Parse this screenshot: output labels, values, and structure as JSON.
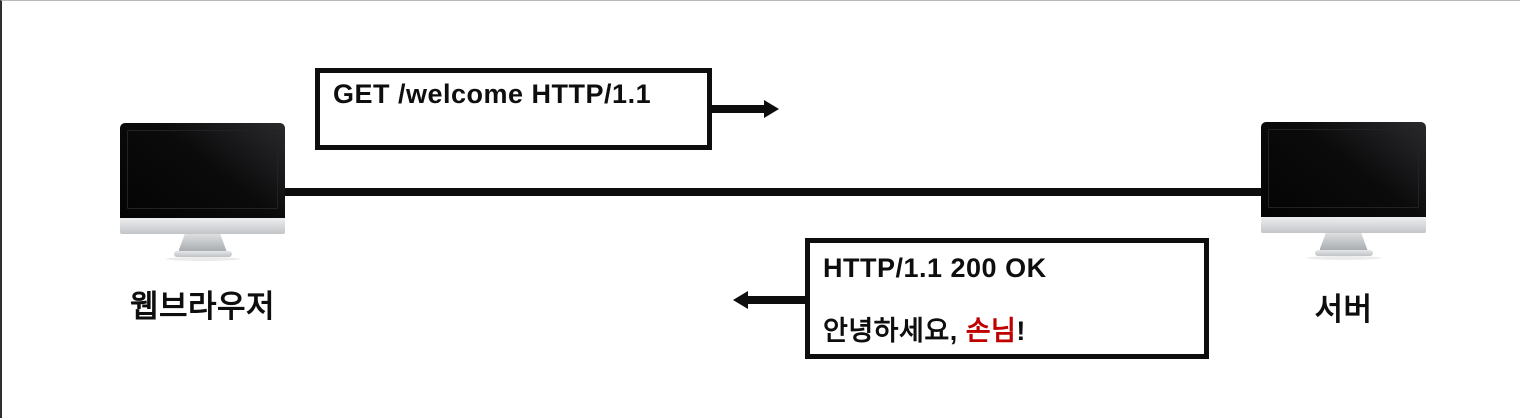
{
  "diagram": {
    "type": "http-request-response-flow",
    "client": {
      "label": "웹브라우저",
      "icon": "imac-monitor"
    },
    "server": {
      "label": "서버",
      "icon": "imac-monitor"
    },
    "request": {
      "text": "GET /welcome HTTP/1.1",
      "direction": "right"
    },
    "response": {
      "status_line": "HTTP/1.1 200 OK",
      "greeting_prefix": "안녕하세요, ",
      "greeting_highlight": "손님",
      "greeting_suffix": "!",
      "direction": "left"
    },
    "colors": {
      "ink": "#0e0e0e",
      "highlight_red": "#c00000",
      "monitor_silver": "#c9ccce",
      "background": "#ffffff"
    }
  }
}
